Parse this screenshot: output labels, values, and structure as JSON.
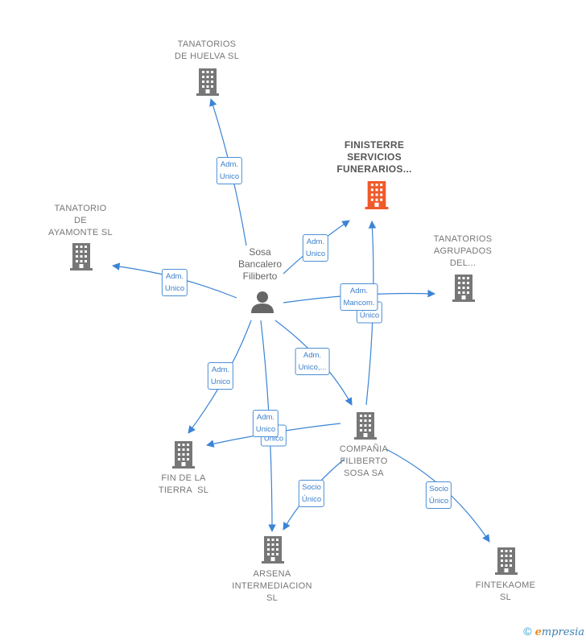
{
  "colors": {
    "edge": "#3b84d6",
    "building": "#777777",
    "building_main": "#f05a2a",
    "person": "#666666"
  },
  "person": {
    "icon": "person-icon",
    "lines": [
      "Sosa",
      "Bancalero",
      "Filiberto"
    ]
  },
  "companies": [
    {
      "id": "tanatorios-huelva",
      "lines": [
        "TANATORIOS",
        "DE HUELVA SL"
      ],
      "main": false,
      "icon": "building-icon"
    },
    {
      "id": "finisterre",
      "lines": [
        "FINISTERRE",
        "SERVICIOS",
        "FUNERARIOS..."
      ],
      "main": true,
      "icon": "building-icon"
    },
    {
      "id": "tanatorio-ayamonte",
      "lines": [
        "TANATORIO",
        "DE",
        "AYAMONTE SL"
      ],
      "main": false,
      "icon": "building-icon"
    },
    {
      "id": "tanatorios-agrupados",
      "lines": [
        "TANATORIOS",
        "AGRUPADOS",
        "DEL..."
      ],
      "main": false,
      "icon": "building-icon"
    },
    {
      "id": "compania-filiberto",
      "lines": [
        "COMPAÑIA",
        "FILIBERTO",
        "SOSA SA"
      ],
      "main": false,
      "icon": "building-icon"
    },
    {
      "id": "fin-de-la-tierra",
      "lines": [
        "FIN DE LA",
        "TIERRA  SL"
      ],
      "main": false,
      "icon": "building-icon"
    },
    {
      "id": "arsena",
      "lines": [
        "ARSENA",
        "INTERMEDIACION",
        "SL"
      ],
      "main": false,
      "icon": "building-icon"
    },
    {
      "id": "fintekaome",
      "lines": [
        "FINTEKAOME",
        "SL"
      ],
      "main": false,
      "icon": "building-icon"
    }
  ],
  "edge_labels": [
    {
      "id": "e-huelva",
      "lines": [
        "Adm.",
        "Unico"
      ]
    },
    {
      "id": "e-finisterre",
      "lines": [
        "Adm.",
        "Unico"
      ]
    },
    {
      "id": "e-ayamonte",
      "lines": [
        "Adm.",
        "Unico"
      ]
    },
    {
      "id": "e-agrupados-unico",
      "lines": [
        "Único"
      ]
    },
    {
      "id": "e-agrupados",
      "lines": [
        "Adm.",
        "Mancom."
      ]
    },
    {
      "id": "e-compania",
      "lines": [
        "Adm.",
        "Unico,..."
      ]
    },
    {
      "id": "e-fin",
      "lines": [
        "Adm.",
        "Unico"
      ]
    },
    {
      "id": "e-fin-unico",
      "lines": [
        "Unico"
      ]
    },
    {
      "id": "e-arsena",
      "lines": [
        "Adm.",
        "Unico"
      ]
    },
    {
      "id": "e-socio-arsena",
      "lines": [
        "Socio",
        "Único"
      ]
    },
    {
      "id": "e-socio-fintekaome",
      "lines": [
        "Socio",
        "Único"
      ]
    }
  ],
  "footer": {
    "copyright": "©",
    "brand_initial": "e",
    "brand_rest": "mpresia"
  }
}
